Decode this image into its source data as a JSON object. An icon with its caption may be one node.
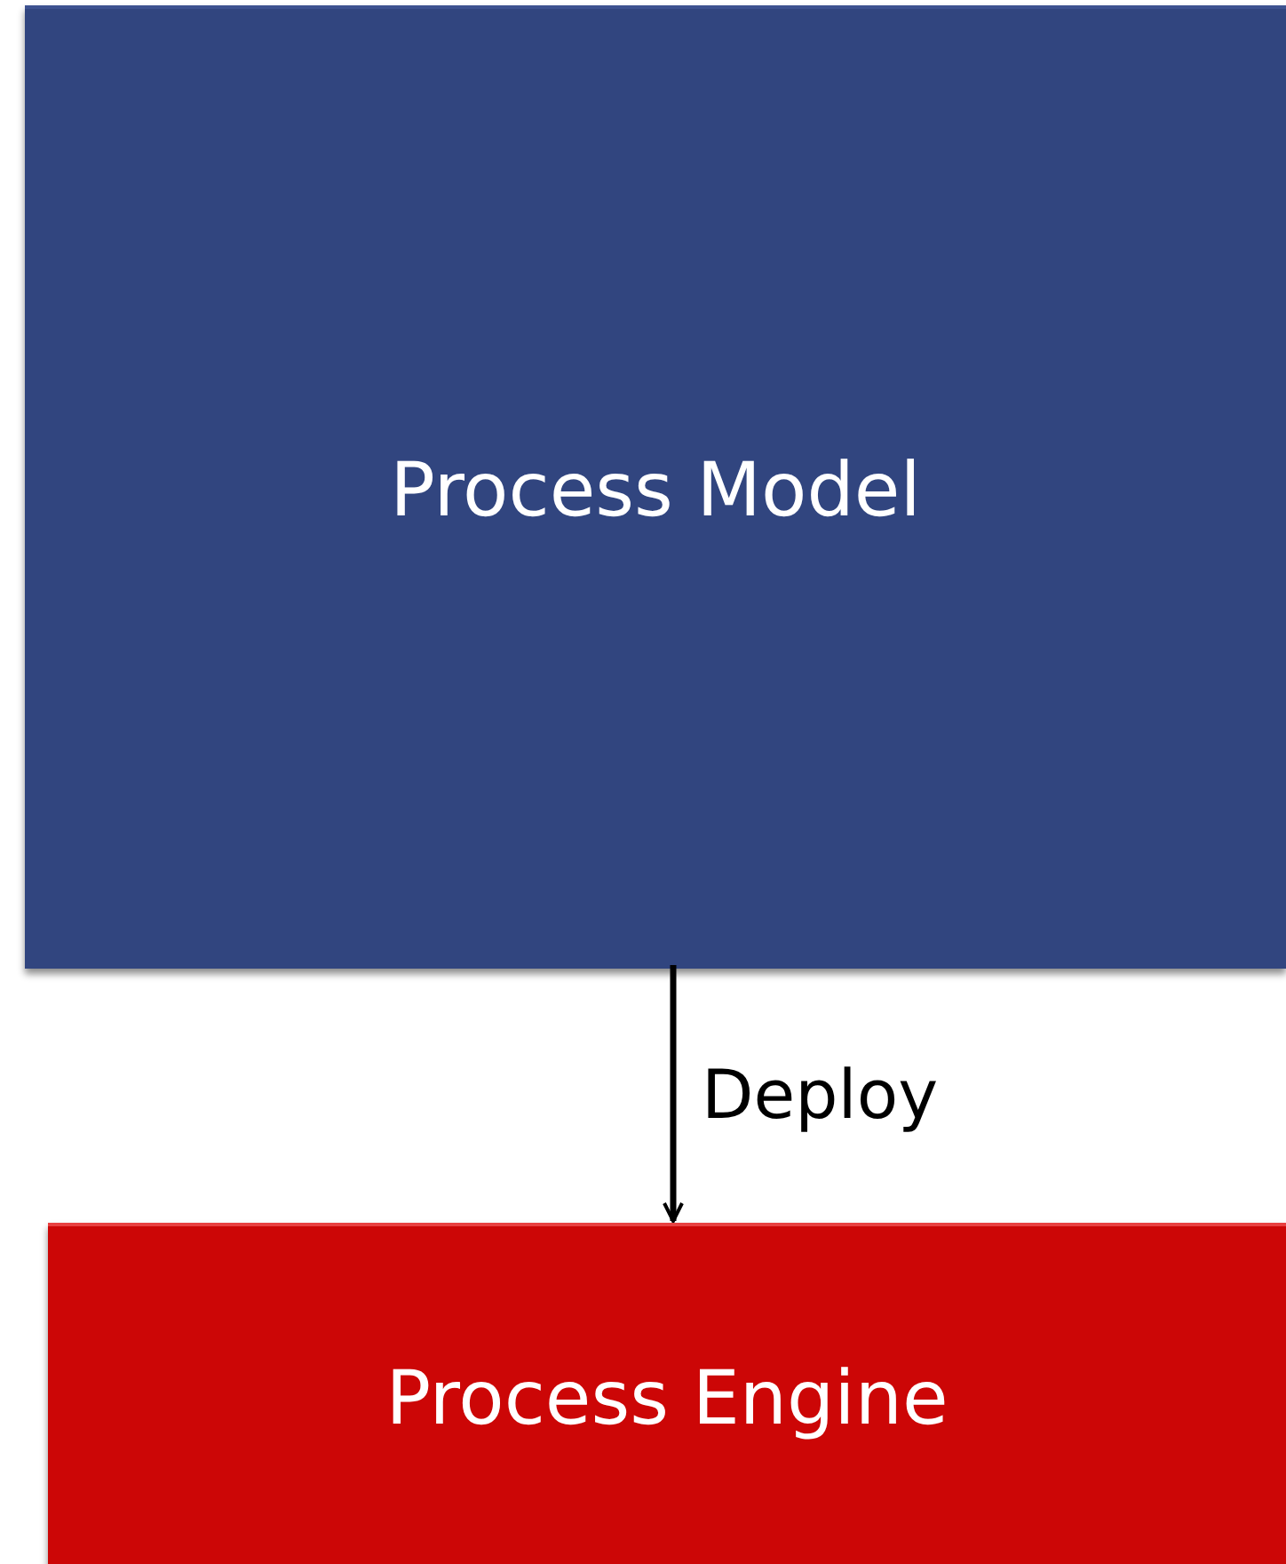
{
  "diagram": {
    "nodes": [
      {
        "text": [
          "Process Model"
        ]
      },
      {
        "text": [
          "Process Engine"
        ]
      }
    ],
    "edges": [
      {
        "from": 0,
        "to": 1,
        "arrow": "to",
        "label": "Deploy"
      }
    ]
  }
}
